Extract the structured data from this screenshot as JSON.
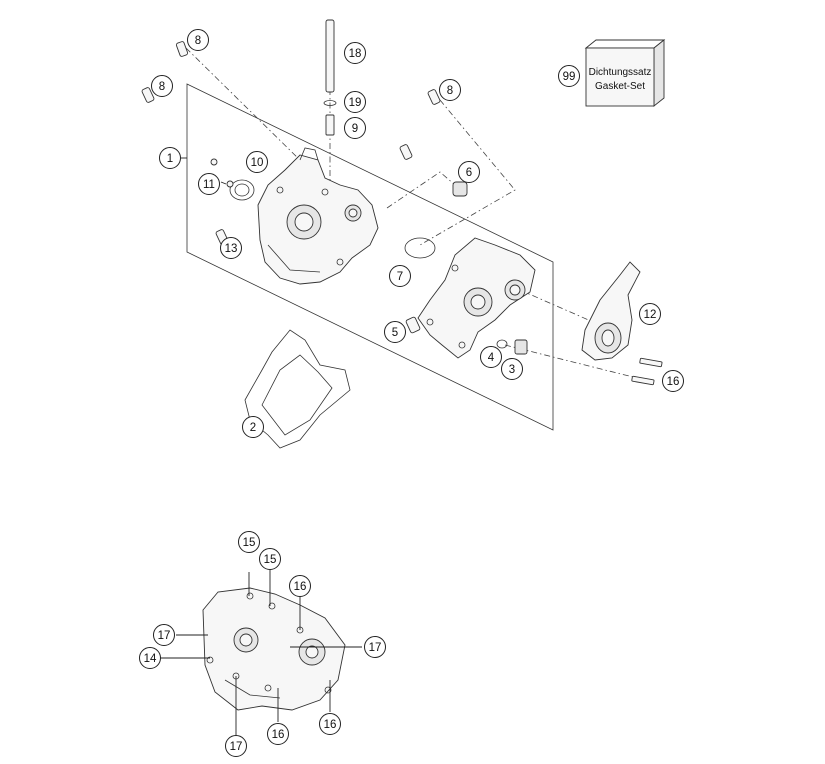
{
  "gasket_box": {
    "line1": "Dichtungssatz",
    "line2": "Gasket-Set"
  },
  "callouts": {
    "c1": "1",
    "c2": "2",
    "c3": "3",
    "c4": "4",
    "c5": "5",
    "c6": "6",
    "c7": "7",
    "c8a": "8",
    "c8b": "8",
    "c8c": "8",
    "c9": "9",
    "c10": "10",
    "c11": "11",
    "c12": "12",
    "c13": "13",
    "c16a": "16",
    "c18": "18",
    "c19": "19",
    "c99": "99",
    "d15a": "15",
    "d15b": "15",
    "d16a": "16",
    "d16b": "16",
    "d16c": "16",
    "d17a": "17",
    "d17b": "17",
    "d17c": "17",
    "d14": "14"
  },
  "colors": {
    "line": "#333333",
    "fill": "#f7f7f7",
    "background": "#ffffff"
  }
}
